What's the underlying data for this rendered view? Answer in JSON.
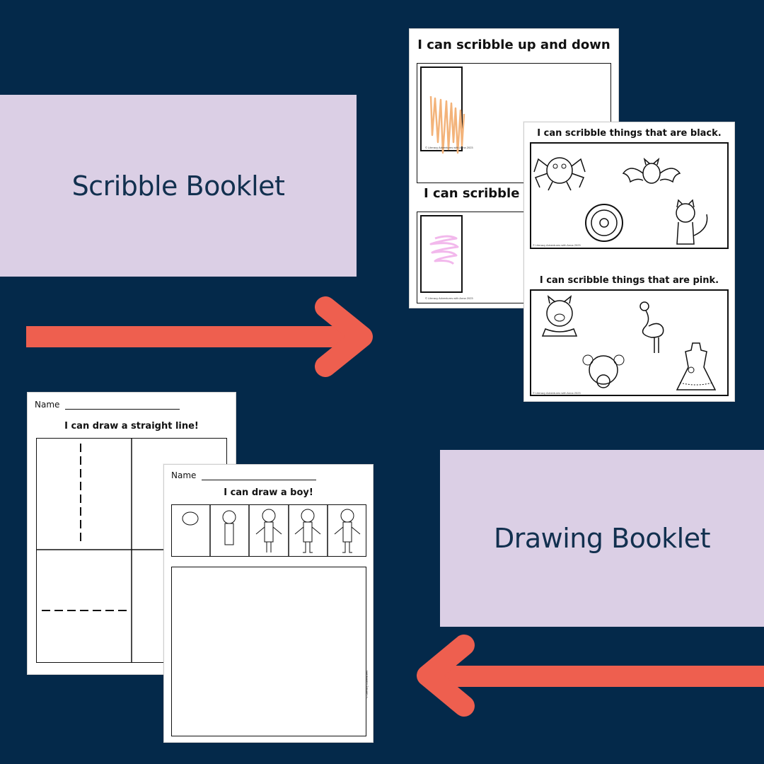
{
  "labels": {
    "scribble": "Scribble Booklet",
    "drawing": "Drawing Booklet"
  },
  "scribble_page1": {
    "title_top": "I can scribble up and down",
    "title_bottom": "I can scribble",
    "credit": "© Literacy Adventures with Anna 2023"
  },
  "scribble_page2": {
    "title_black": "I can scribble things that are black.",
    "title_pink": "I can scribble things that are pink.",
    "credit": "© Literacy Adventures with Anna 2023"
  },
  "drawing_page1": {
    "name_label": "Name",
    "title": "I can draw a straight line!"
  },
  "drawing_page2": {
    "name_label": "Name",
    "title": "I can draw a boy!",
    "credit": "© Literacy Adventures"
  },
  "colors": {
    "background": "#04294a",
    "label_box": "#dbcfe5",
    "label_text": "#12304f",
    "arrow": "#ee5f4f",
    "scribble_orange": "#f3b37a",
    "scribble_pink": "#f2b8ec"
  },
  "icons": [
    "arrow-right-icon",
    "arrow-left-icon",
    "spider-icon",
    "bat-icon",
    "tire-icon",
    "cat-icon",
    "pig-icon",
    "flamingo-icon",
    "girl-icon",
    "dress-icon"
  ]
}
